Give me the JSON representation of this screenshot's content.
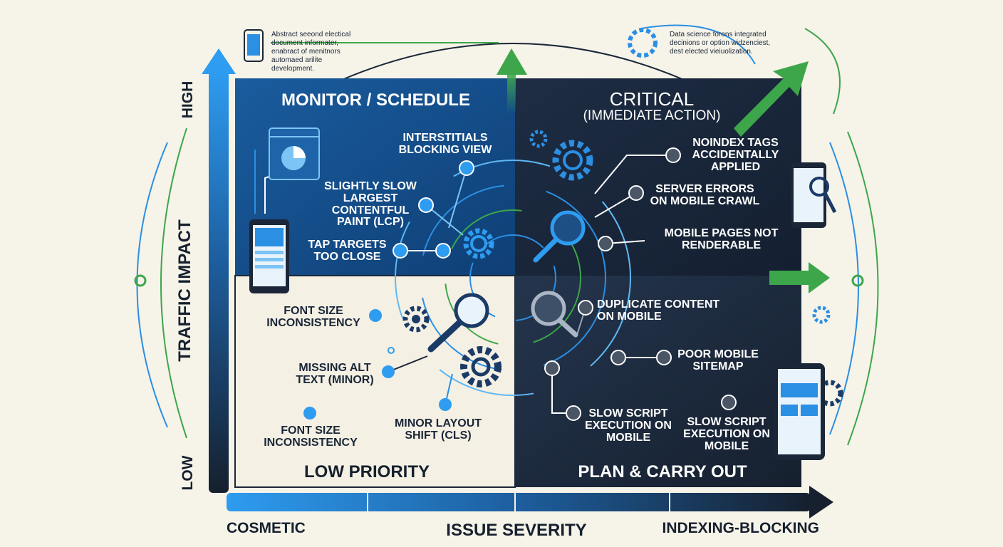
{
  "quadrants": {
    "top_left": {
      "title": "MONITOR / SCHEDULE",
      "issues": [
        "INTERSTITIALS BLOCKING VIEW",
        "SLIGHTLY SLOW LARGEST CONTENTFUL PAINT (LCP)",
        "TAP TARGETS TOO CLOSE"
      ]
    },
    "top_right": {
      "title": "CRITICAL",
      "subtitle": "(IMMEDIATE ACTION)",
      "issues": [
        "NOINDEX TAGS ACCIDENTALLY APPLIED",
        "SERVER ERRORS ON MOBILE CRAWL",
        "MOBILE PAGES NOT RENDERABLE"
      ]
    },
    "bottom_left": {
      "title": "LOW PRIORITY",
      "issues": [
        "FONT SIZE INCONSISTENCY",
        "MISSING ALT TEXT (MINOR)",
        "FONT SIZE INCONSISTENCY",
        "MINOR LAYOUT SHIFT (CLS)"
      ]
    },
    "bottom_right": {
      "title": "PLAN & CARRY OUT",
      "issues": [
        "DUPLICATE CONTENT ON MOBILE",
        "POOR MOBILE SITEMAP",
        "SLOW SCRIPT EXECUTION ON MOBILE",
        "SLOW SCRIPT EXECUTION ON MOBILE"
      ]
    }
  },
  "axes": {
    "y": {
      "label": "TRAFFIC IMPACT",
      "high": "HIGH",
      "low": "LOW"
    },
    "x": {
      "label": "ISSUE SEVERITY",
      "low": "COSMETIC",
      "high": "INDEXING-BLOCKING"
    }
  },
  "notes": {
    "top_left": "Abstract seeond electical document informater, enabract of menitnors automaed arilite development.",
    "top_right": "Data science forons integrated decinions or option widzenciest, dest elected vieiuolization."
  },
  "icons": [
    "phone-icon",
    "gear-icon",
    "magnifier-icon",
    "chart-window-icon",
    "trend-arrow-icon"
  ],
  "colors": {
    "accent_blue": "#2b8fe3",
    "quadrant_blue": "#174f8f",
    "quadrant_navy": "#1b2738",
    "accent_green": "#3da64a",
    "background": "#f6f3e9"
  }
}
